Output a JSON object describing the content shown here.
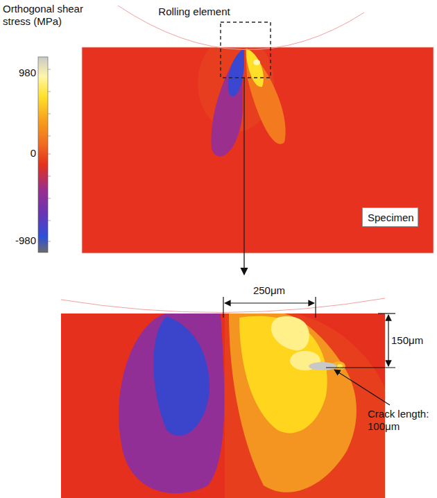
{
  "diagram": {
    "nodes": [
      {
        "text": [
          "Specimen"
        ]
      }
    ],
    "labels": [
      "Orthogonal shear stress (MPa)",
      "980",
      "0",
      "-980",
      "Rolling element",
      "250μm",
      "150μm",
      "Crack length: 100μm"
    ]
  }
}
